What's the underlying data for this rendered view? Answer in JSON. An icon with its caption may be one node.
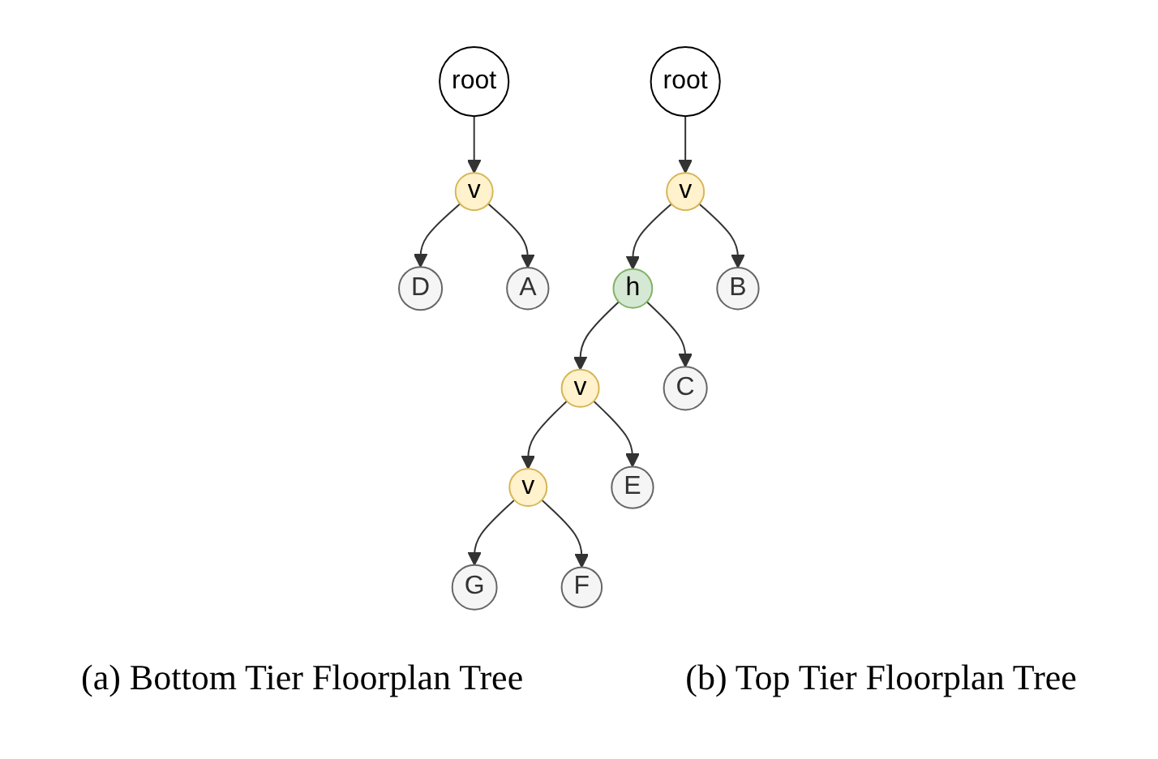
{
  "diagram": {
    "nodes": [
      {
        "text": [
          "root"
        ]
      },
      {
        "text": [
          "v"
        ]
      },
      {
        "text": [
          "D"
        ]
      },
      {
        "text": [
          "A"
        ]
      },
      {
        "text": [
          "root"
        ]
      },
      {
        "text": [
          "v"
        ]
      },
      {
        "text": [
          "h"
        ]
      },
      {
        "text": [
          "B"
        ]
      },
      {
        "text": [
          "v"
        ]
      },
      {
        "text": [
          "C"
        ]
      },
      {
        "text": [
          "v"
        ]
      },
      {
        "text": [
          "E"
        ]
      },
      {
        "text": [
          "G"
        ]
      },
      {
        "text": [
          "F"
        ]
      }
    ],
    "edges": [
      {
        "from": 0,
        "to": 1,
        "arrow": "to"
      },
      {
        "from": 1,
        "to": 2,
        "arrow": "to"
      },
      {
        "from": 1,
        "to": 3,
        "arrow": "to"
      },
      {
        "from": 4,
        "to": 5,
        "arrow": "to"
      },
      {
        "from": 5,
        "to": 6,
        "arrow": "to"
      },
      {
        "from": 5,
        "to": 7,
        "arrow": "to"
      },
      {
        "from": 6,
        "to": 8,
        "arrow": "to"
      },
      {
        "from": 6,
        "to": 9,
        "arrow": "to"
      },
      {
        "from": 8,
        "to": 10,
        "arrow": "to"
      },
      {
        "from": 8,
        "to": 11,
        "arrow": "to"
      },
      {
        "from": 10,
        "to": 12,
        "arrow": "to"
      },
      {
        "from": 10,
        "to": 13,
        "arrow": "to"
      }
    ],
    "labels": [
      "(a) Bottom Tier Floorplan Tree",
      "(b) Top Tier Floorplan Tree"
    ]
  }
}
